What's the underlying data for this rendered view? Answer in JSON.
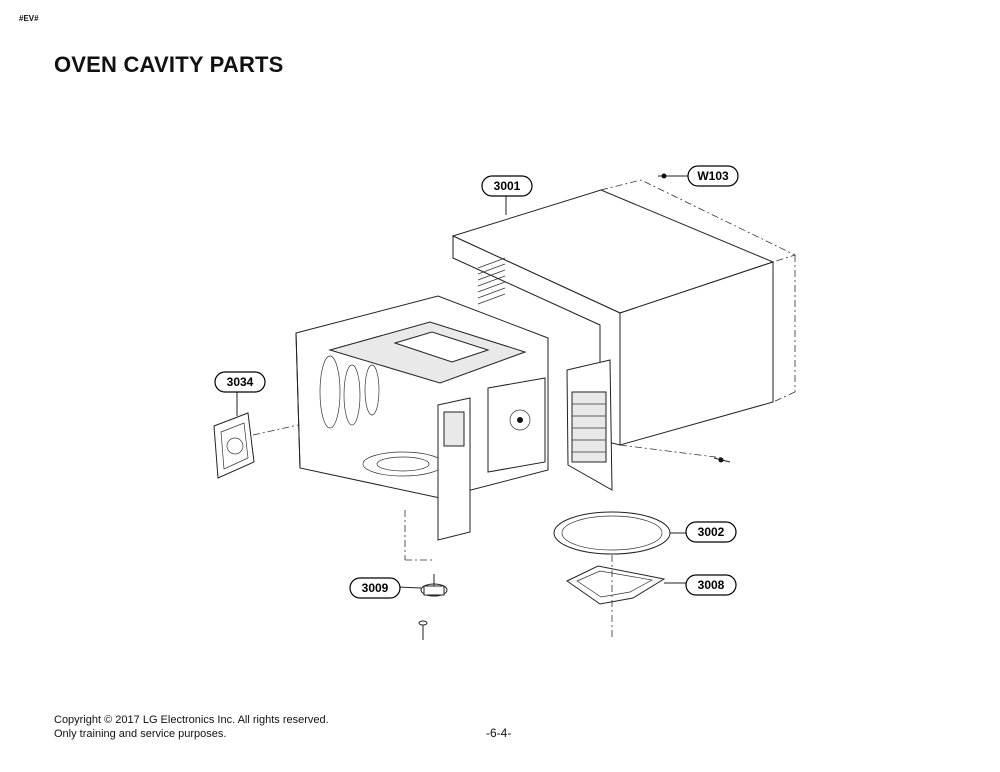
{
  "header": {
    "doc_code": "#EV#",
    "title": "OVEN CAVITY PARTS"
  },
  "callouts": [
    "3001",
    "W103",
    "3034",
    "3002",
    "3009",
    "3008"
  ],
  "footer": {
    "copyright": "Copyright © 2017 LG Electronics Inc. All rights reserved.",
    "notice": "Only training and service purposes.",
    "page": "-6-4-"
  }
}
